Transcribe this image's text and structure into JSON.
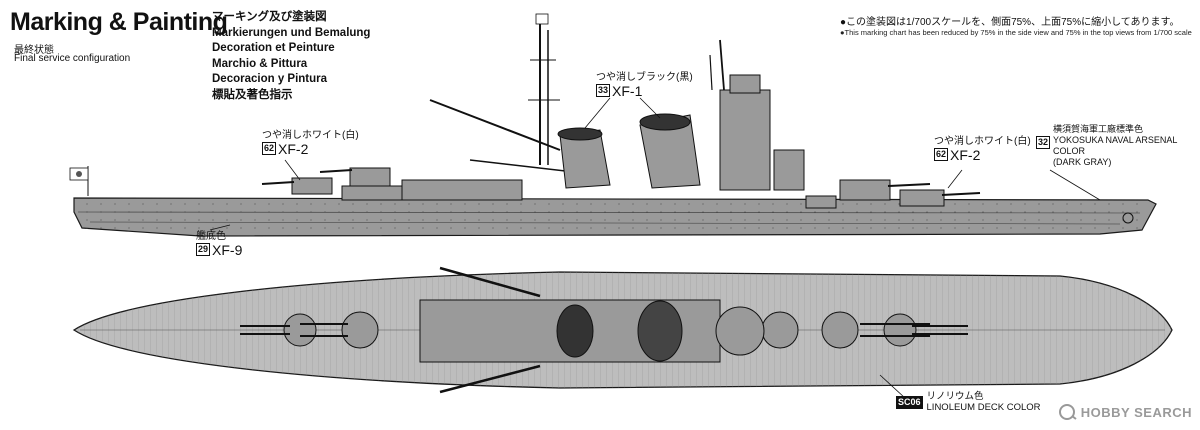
{
  "header": {
    "title": "Marking & Painting",
    "config_jp": "最終状態",
    "config_en": "Final service configuration"
  },
  "languages": [
    "マーキング及び塗装図",
    "Markierungen und Bemalung",
    "Decoration et Peinture",
    "Marchio & Pittura",
    "Decoracion y Pintura",
    "標貼及著色指示"
  ],
  "scale_note": {
    "jp": "●この塗装図は1/700スケールを、側面75%、上面75%に縮小してあります。",
    "en": "●This marking chart has been reduced by 75% in the side view and 75% in the top views from 1/700 scale"
  },
  "callouts": {
    "flat_black": {
      "jp": "つや消しブラック(黒)",
      "num": "33",
      "code": "XF-1"
    },
    "flat_white_left": {
      "jp": "つや消しホワイト(白)",
      "num": "62",
      "code": "XF-2"
    },
    "flat_white_right": {
      "jp": "つや消しホワイト(白)",
      "num": "62",
      "code": "XF-2"
    },
    "hull_red": {
      "jp": "艦底色",
      "num": "29",
      "code": "XF-9"
    },
    "yokosuka": {
      "num": "32",
      "jp": "横須賀海軍工廠標準色",
      "en1": "YOKOSUKA NAVAL ARSENAL COLOR",
      "en2": "(DARK GRAY)"
    },
    "linoleum": {
      "num": "SC06",
      "jp": "リノリウム色",
      "en": "LINOLEUM DECK COLOR"
    }
  },
  "watermark": {
    "text": "HOBBY SEARCH"
  },
  "colors": {
    "hull_gray": "#9a9a9a",
    "deck_gray": "#bdbdbd",
    "outline": "#1a1a1a",
    "background": "#ffffff"
  }
}
